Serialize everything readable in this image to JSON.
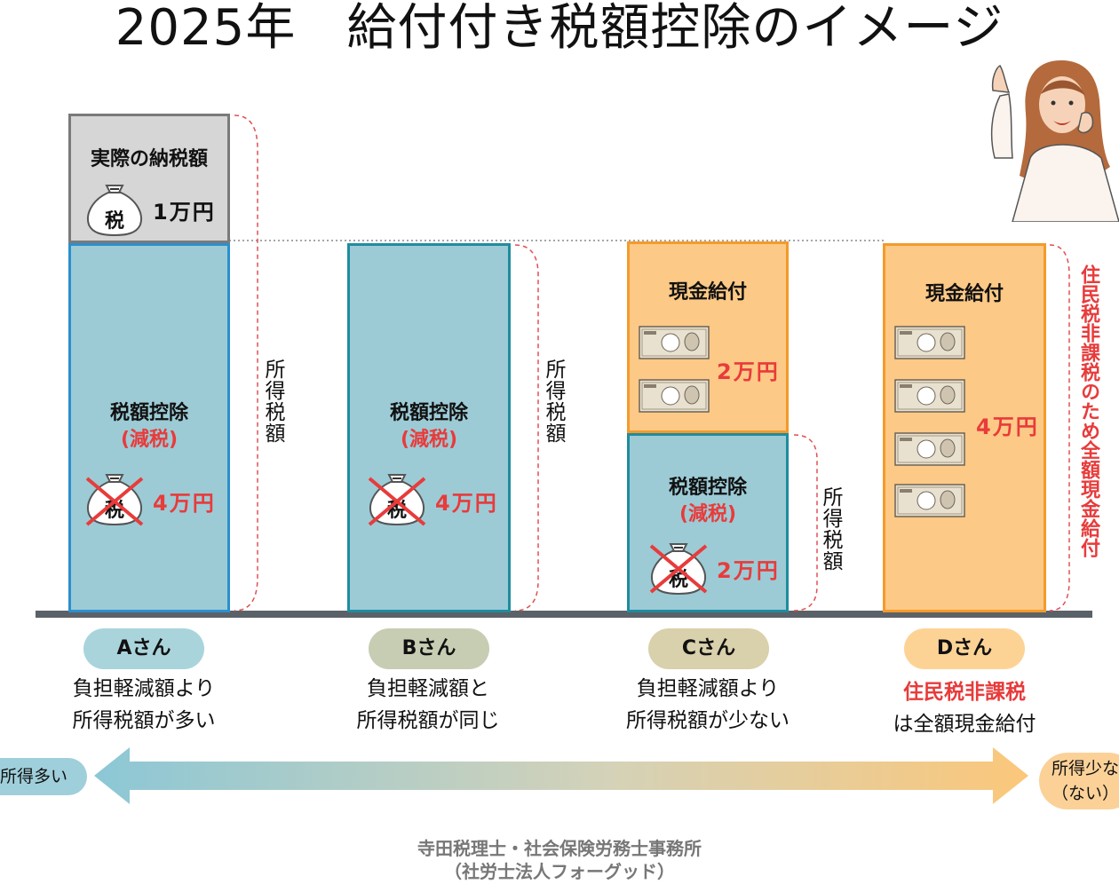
{
  "title": "2025年　給付付き税額控除のイメージ",
  "common": {
    "tax_credit_label": "税額控除",
    "tax_credit_sub": "(減税)",
    "income_tax_label": "所得税額",
    "cash_benefit_label": "現金給付",
    "tax_bag_char": "税",
    "bill_denomination": "10000"
  },
  "column_a": {
    "actual_tax_label": "実際の納税額",
    "actual_tax_amount": "1万円",
    "credit_amount": "4万円",
    "person": "Aさん",
    "desc_line1": "負担軽減額より",
    "desc_line2": "所得税額が多い"
  },
  "column_b": {
    "credit_amount": "4万円",
    "person": "Bさん",
    "desc_line1": "負担軽減額と",
    "desc_line2": "所得税額が同じ"
  },
  "column_c": {
    "cash_amount": "2万円",
    "credit_amount": "2万円",
    "person": "Cさん",
    "desc_line1": "負担軽減額より",
    "desc_line2": "所得税額が少ない"
  },
  "column_d": {
    "cash_amount": "4万円",
    "person": "Dさん",
    "desc_line1": "住民税非課税",
    "desc_line2": "は全額現金給付",
    "side_note": "住民税非課税のため全額現金給付"
  },
  "scale": {
    "left_label": "所得多い",
    "right_label_line1": "所得少な",
    "right_label_line2": "（ない）"
  },
  "footer": {
    "line1": "寺田税理士・社会保険労務士事務所",
    "line2": "（社労士法人フォーグッド）"
  },
  "colors": {
    "credit_fill": "#9ccbd6",
    "cash_fill": "#fdc986",
    "actual_tax_fill": "#d6d6d6",
    "accent_red": "#e83b3b",
    "pill_a": "#a9d4dc",
    "pill_b": "#c7cdb3",
    "pill_c": "#d9d0ac",
    "pill_d": "#fdd395"
  },
  "icons": [
    "tax-bag-icon",
    "banknote-icon",
    "cross-out-icon",
    "bracket-icon",
    "woman-illustration"
  ]
}
